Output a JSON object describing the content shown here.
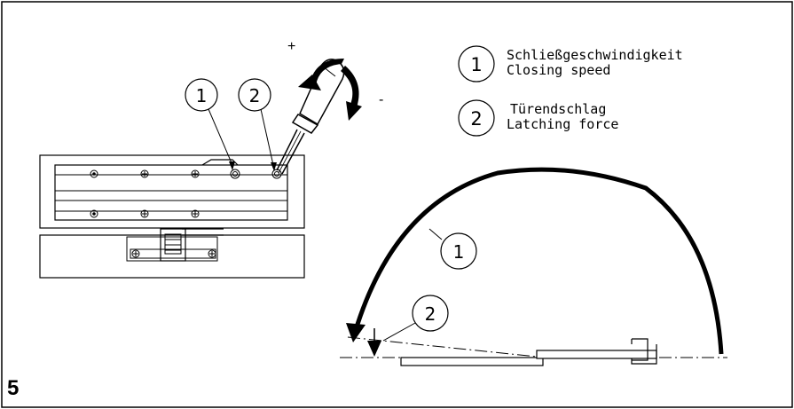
{
  "figure": {
    "number": "5"
  },
  "callouts": [
    "1",
    "2"
  ],
  "legend": {
    "items": [
      {
        "number": "1",
        "label_de": "Schließgeschwindigkeit",
        "label_en": "Closing speed"
      },
      {
        "number": "2",
        "label_de": "Türendschlag",
        "label_en": "Latching force"
      }
    ]
  },
  "rotation": {
    "plus": "+",
    "minus": "-"
  }
}
